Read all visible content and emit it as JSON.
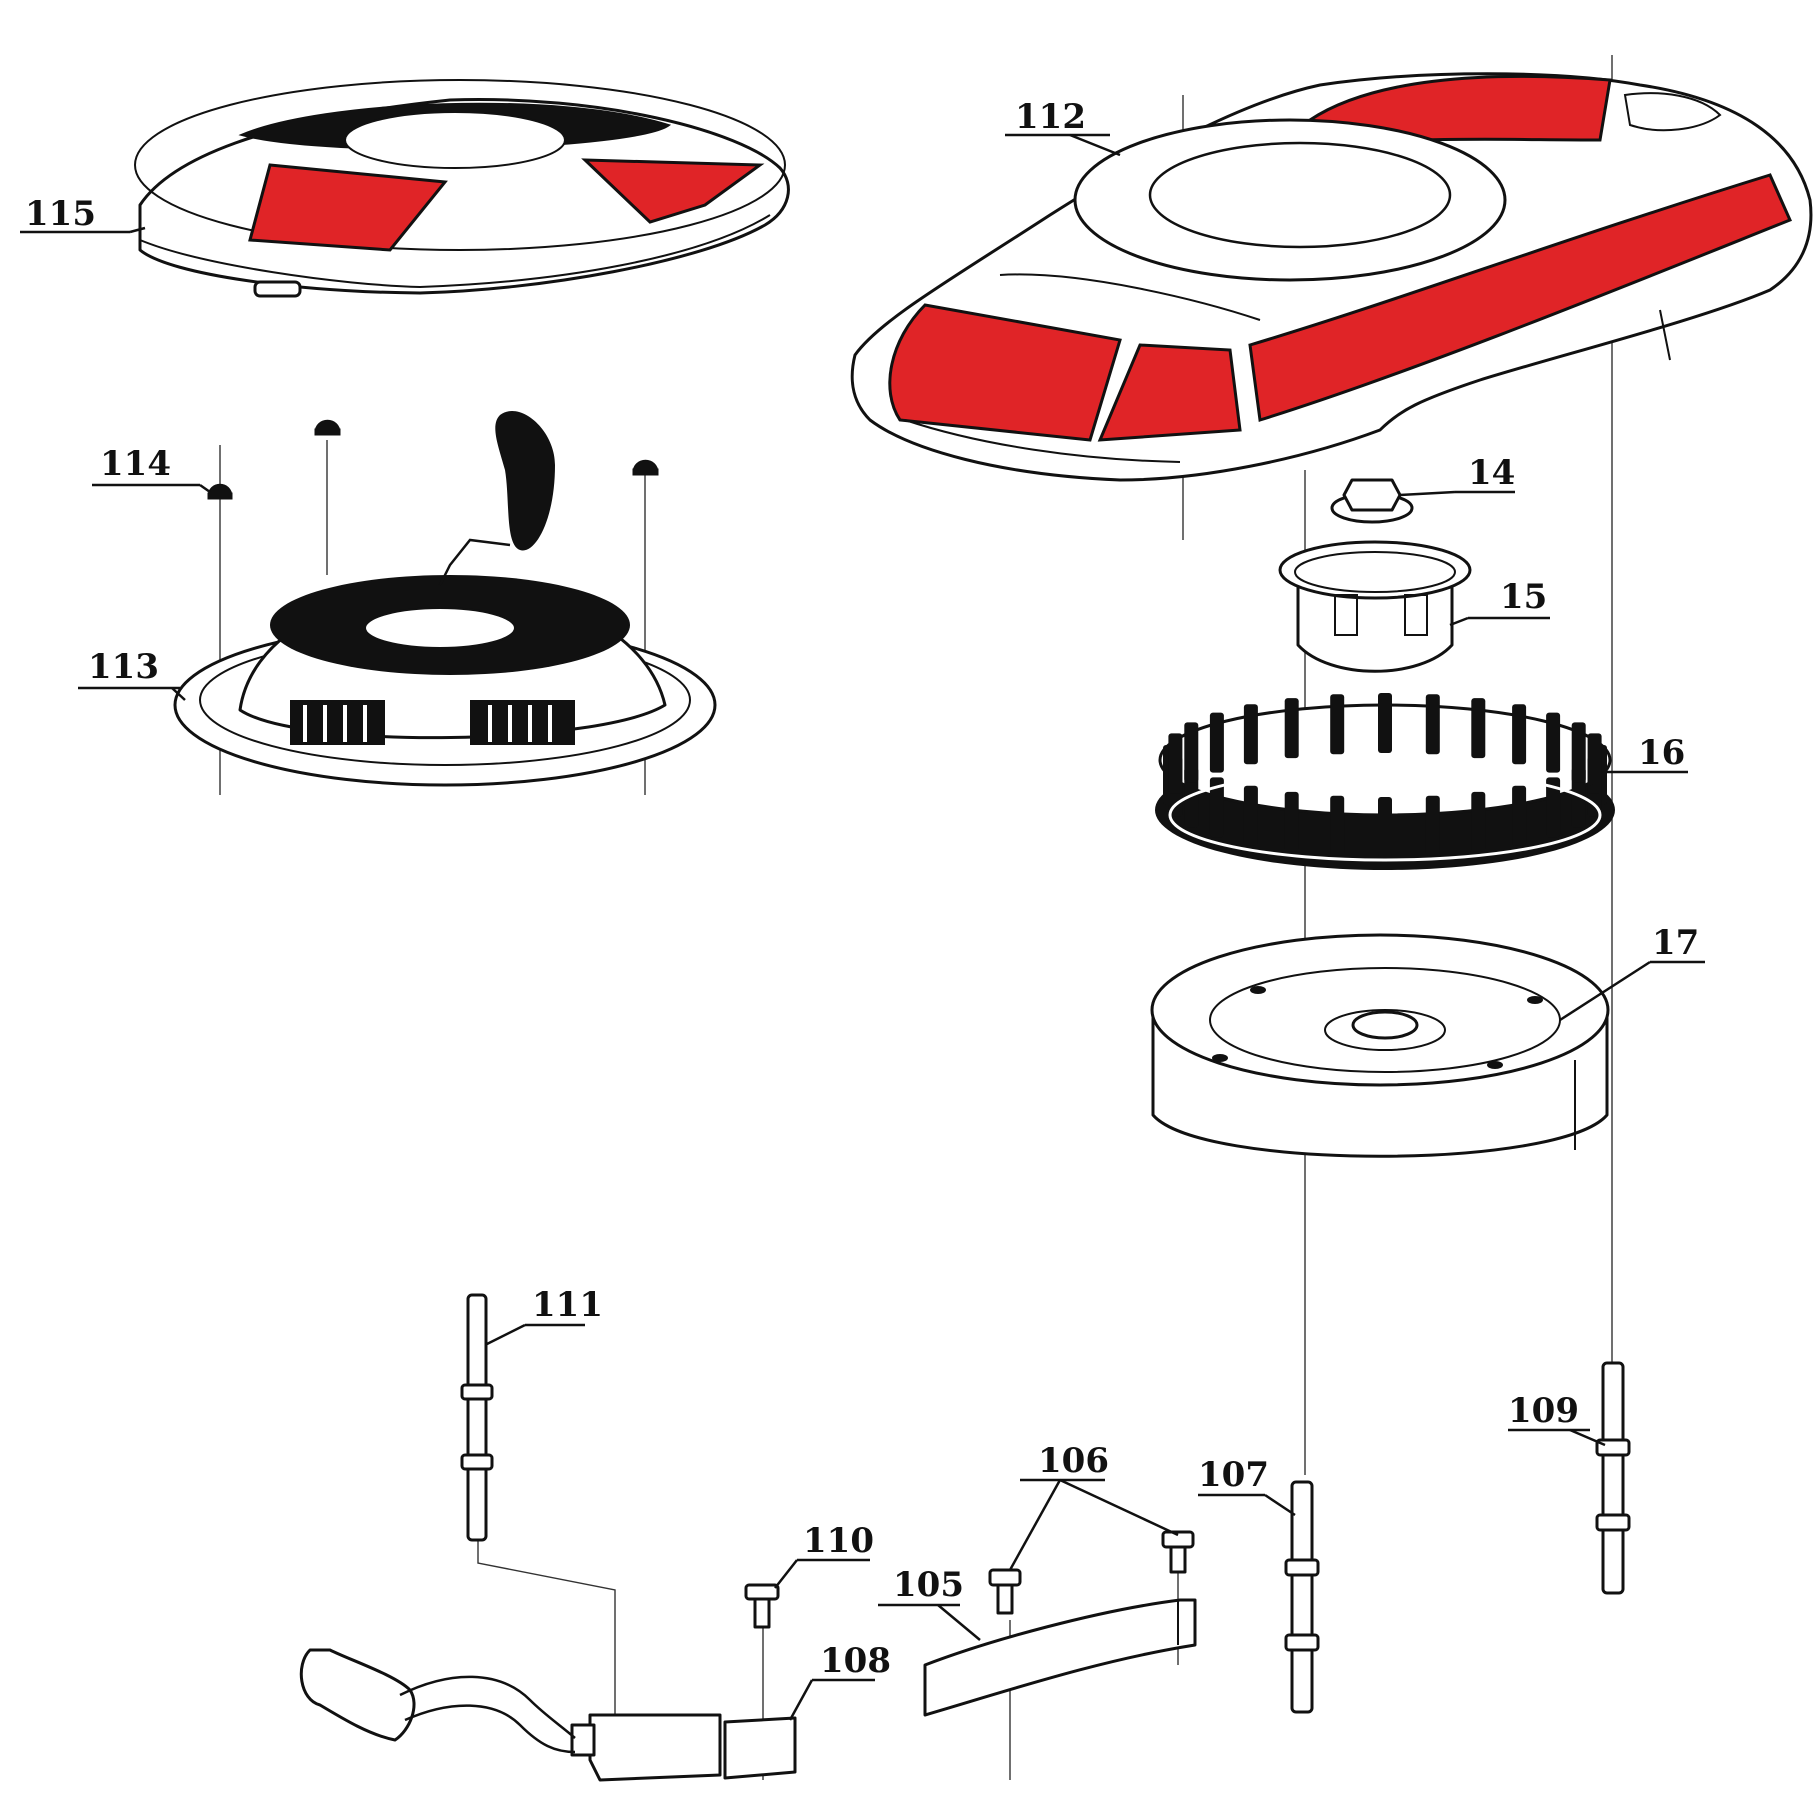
{
  "colors": {
    "ink": "#111111",
    "accent_red": "#e02427",
    "background": "#ffffff"
  },
  "labels": {
    "p14": "14",
    "p15": "15",
    "p16": "16",
    "p17": "17",
    "p105": "105",
    "p106": "106",
    "p107": "107",
    "p108": "108",
    "p109": "109",
    "p110": "110",
    "p111": "111",
    "p112": "112",
    "p113": "113",
    "p114": "114",
    "p115": "115"
  }
}
